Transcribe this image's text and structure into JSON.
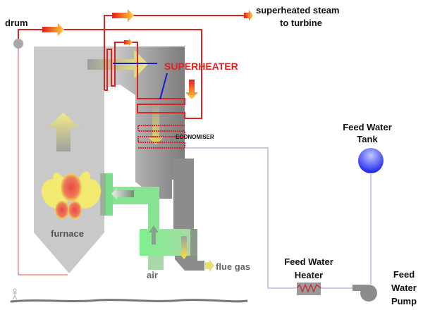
{
  "title": "Boiler steam cycle diagram",
  "labels": {
    "drum": "drum",
    "steam_line1": "superheated steam",
    "steam_line2": "to turbine",
    "superheater": "SUPERHEATER",
    "economiser": "ECONOMISER",
    "furnace": "furnace",
    "air": "air",
    "flue_gas": "flue gas",
    "tank_line1": "Feed Water",
    "tank_line2": "Tank",
    "heater_line1": "Feed Water",
    "heater_line2": "Heater",
    "pump_line1": "Feed",
    "pump_line2": "Water",
    "pump_line3": "Pump"
  },
  "colors": {
    "steam_pipe": "#dd2222",
    "water_pipe": "#a8a8d0",
    "boiler_gray": "#c8c8c8",
    "duct_dark": "#8a8a8a",
    "air_green": "#7ee08a",
    "superheater_text": "#dd2222",
    "tank_blue": "#2233ee",
    "pointer_blue": "#1a1acc"
  }
}
